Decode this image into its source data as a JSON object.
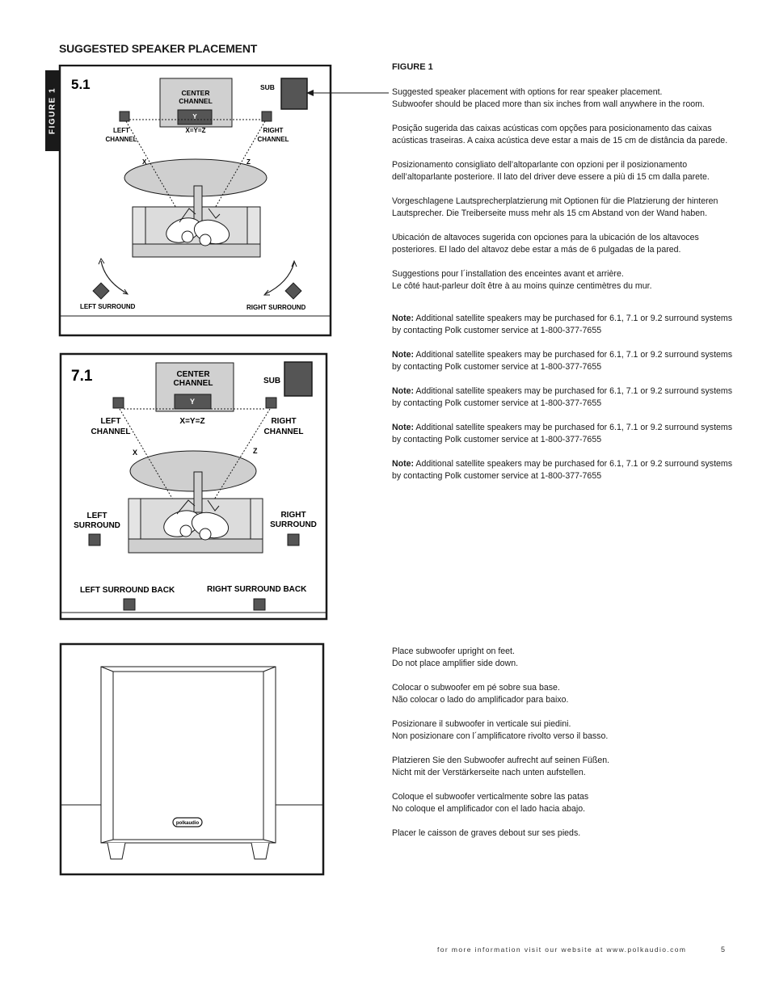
{
  "page": {
    "heading": "SUGGESTED SPEAKER PLACEMENT",
    "figure_tab": "FIGURE 1",
    "footer": "for more information visit our website at www.polkaudio.com",
    "page_number": "5"
  },
  "diagram_51": {
    "title": "5.1",
    "center": "CENTER",
    "channel": "CHANNEL",
    "y": "Y",
    "sub": "SUB",
    "left": "LEFT",
    "right": "RIGHT",
    "left_channel": "CHANNEL",
    "right_channel": "CHANNEL",
    "equation": "X=Y=Z",
    "x": "X",
    "z": "Z",
    "left_surround": "LEFT SURROUND",
    "right_surround": "RIGHT SURROUND"
  },
  "diagram_71": {
    "title": "7.1",
    "center": "CENTER",
    "channel": "CHANNEL",
    "y": "Y",
    "sub": "SUB",
    "left": "LEFT",
    "right": "RIGHT",
    "left_channel": "CHANNEL",
    "right_channel": "CHANNEL",
    "equation": "X=Y=Z",
    "x": "X",
    "z": "Z",
    "left_surround_1": "LEFT",
    "left_surround_2": "SURROUND",
    "right_surround_1": "RIGHT",
    "right_surround_2": "SURROUND",
    "left_surround_back": "LEFT SURROUND BACK",
    "right_surround_back": "RIGHT SURROUND BACK"
  },
  "subwoofer_logo": "polkaudio",
  "figure_text": {
    "label": "FIGURE 1",
    "paragraphs": [
      "Suggested speaker placement with options for rear speaker placement.\nSubwoofer should be placed more than six inches from wall anywhere in the room.",
      "Posição sugerida das caixas acústicas com opções para posicionamento das caixas\nacústicas traseiras. A caixa acústica deve estar a mais de 15 cm de distância da parede.",
      "Posizionamento consigliato dell’altoparlante con opzioni per il posizionamento\ndell’altoparlante posteriore. Il lato del driver deve essere a più di 15 cm dalla parete.",
      "Vorgeschlagene Lautsprecherplatzierung mit Optionen für die Platzierung der hinteren\nLautsprecher. Die Treiberseite muss mehr als 15 cm Abstand von der Wand haben.",
      "Ubicación de altavoces sugerida con opciones para la ubicación de los altavoces\nposteriores. El lado del altavoz debe estar a más de 6 pulgadas de la pared.",
      "Suggestions pour l´installation des enceintes avant et arrière.\nLe côté haut-parleur doît être à au moins quinze centimètres du mur."
    ],
    "note_label": "Note:",
    "notes": [
      " Additional satellite speakers may be purchased for 6.1, 7.1 or 9.2 surround systems\nby contacting Polk customer service at 1-800-377-7655",
      " Additional satellite speakers may be purchased for 6.1, 7.1 or 9.2 surround systems\nby contacting Polk customer service at 1-800-377-7655",
      " Additional satellite speakers may be purchased for 6.1, 7.1 or 9.2 surround systems\nby contacting Polk customer service at 1-800-377-7655",
      " Additional satellite speakers may be purchased for 6.1, 7.1 or 9.2 surround systems\nby contacting Polk customer service at 1-800-377-7655",
      " Additional satellite speakers may be purchased for 6.1, 7.1 or 9.2 surround systems\nby contacting Polk customer service at 1-800-377-7655"
    ]
  },
  "subwoofer_text": [
    "Place subwoofer upright on feet.\nDo not place amplifier side down.",
    "Colocar o subwoofer em pé sobre sua base.\nNão colocar o lado do amplificador para baixo.",
    "Posizionare il subwoofer in verticale sui piedini.\nNon posizionare con l´amplificatore rivolto verso il basso.",
    "Platzieren Sie den Subwoofer aufrecht auf seinen Füßen.\nNicht mit der Verstärkerseite nach unten aufstellen.",
    "Coloque el subwoofer verticalmente sobre las patas\nNo coloque el amplificador con el lado hacia abajo.",
    "Placer le caisson de graves debout sur ses pieds."
  ]
}
